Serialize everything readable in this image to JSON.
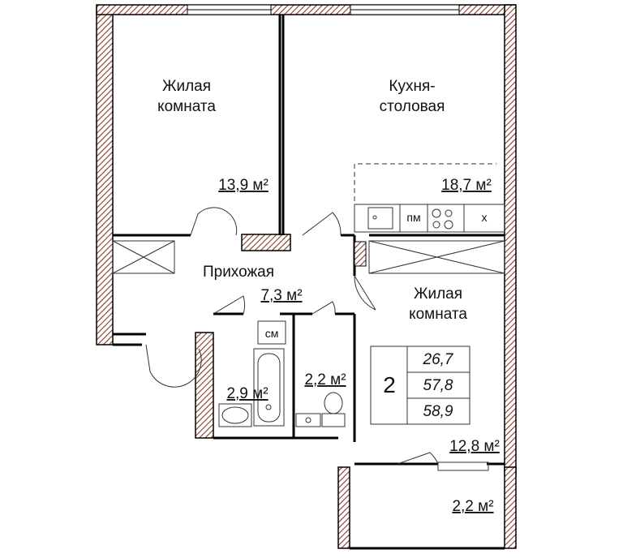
{
  "rooms": {
    "living1": {
      "name_line1": "Жилая",
      "name_line2": "комната",
      "area": "13,9 м²"
    },
    "kitchen": {
      "name_line1": "Кухня-",
      "name_line2": "столовая",
      "area": "18,7 м²"
    },
    "hall": {
      "name": "Прихожая",
      "area": "7,3 м²"
    },
    "living2": {
      "name_line1": "Жилая",
      "name_line2": "комната",
      "area": "12,8 м²"
    },
    "bath": {
      "area": "2,9 м²"
    },
    "wc": {
      "area": "2,2 м²"
    },
    "balcony": {
      "area": "2,2 м²"
    }
  },
  "fixtures": {
    "dishwasher": "пм",
    "fridge": "х",
    "washer": "см"
  },
  "summary": {
    "rooms_count": "2",
    "living_area": "26,7",
    "total_area": "57,8",
    "total_with_balcony": "58,9"
  },
  "colors": {
    "wall": "#000000",
    "hatch": "#8a3a2a",
    "line": "#333333"
  }
}
